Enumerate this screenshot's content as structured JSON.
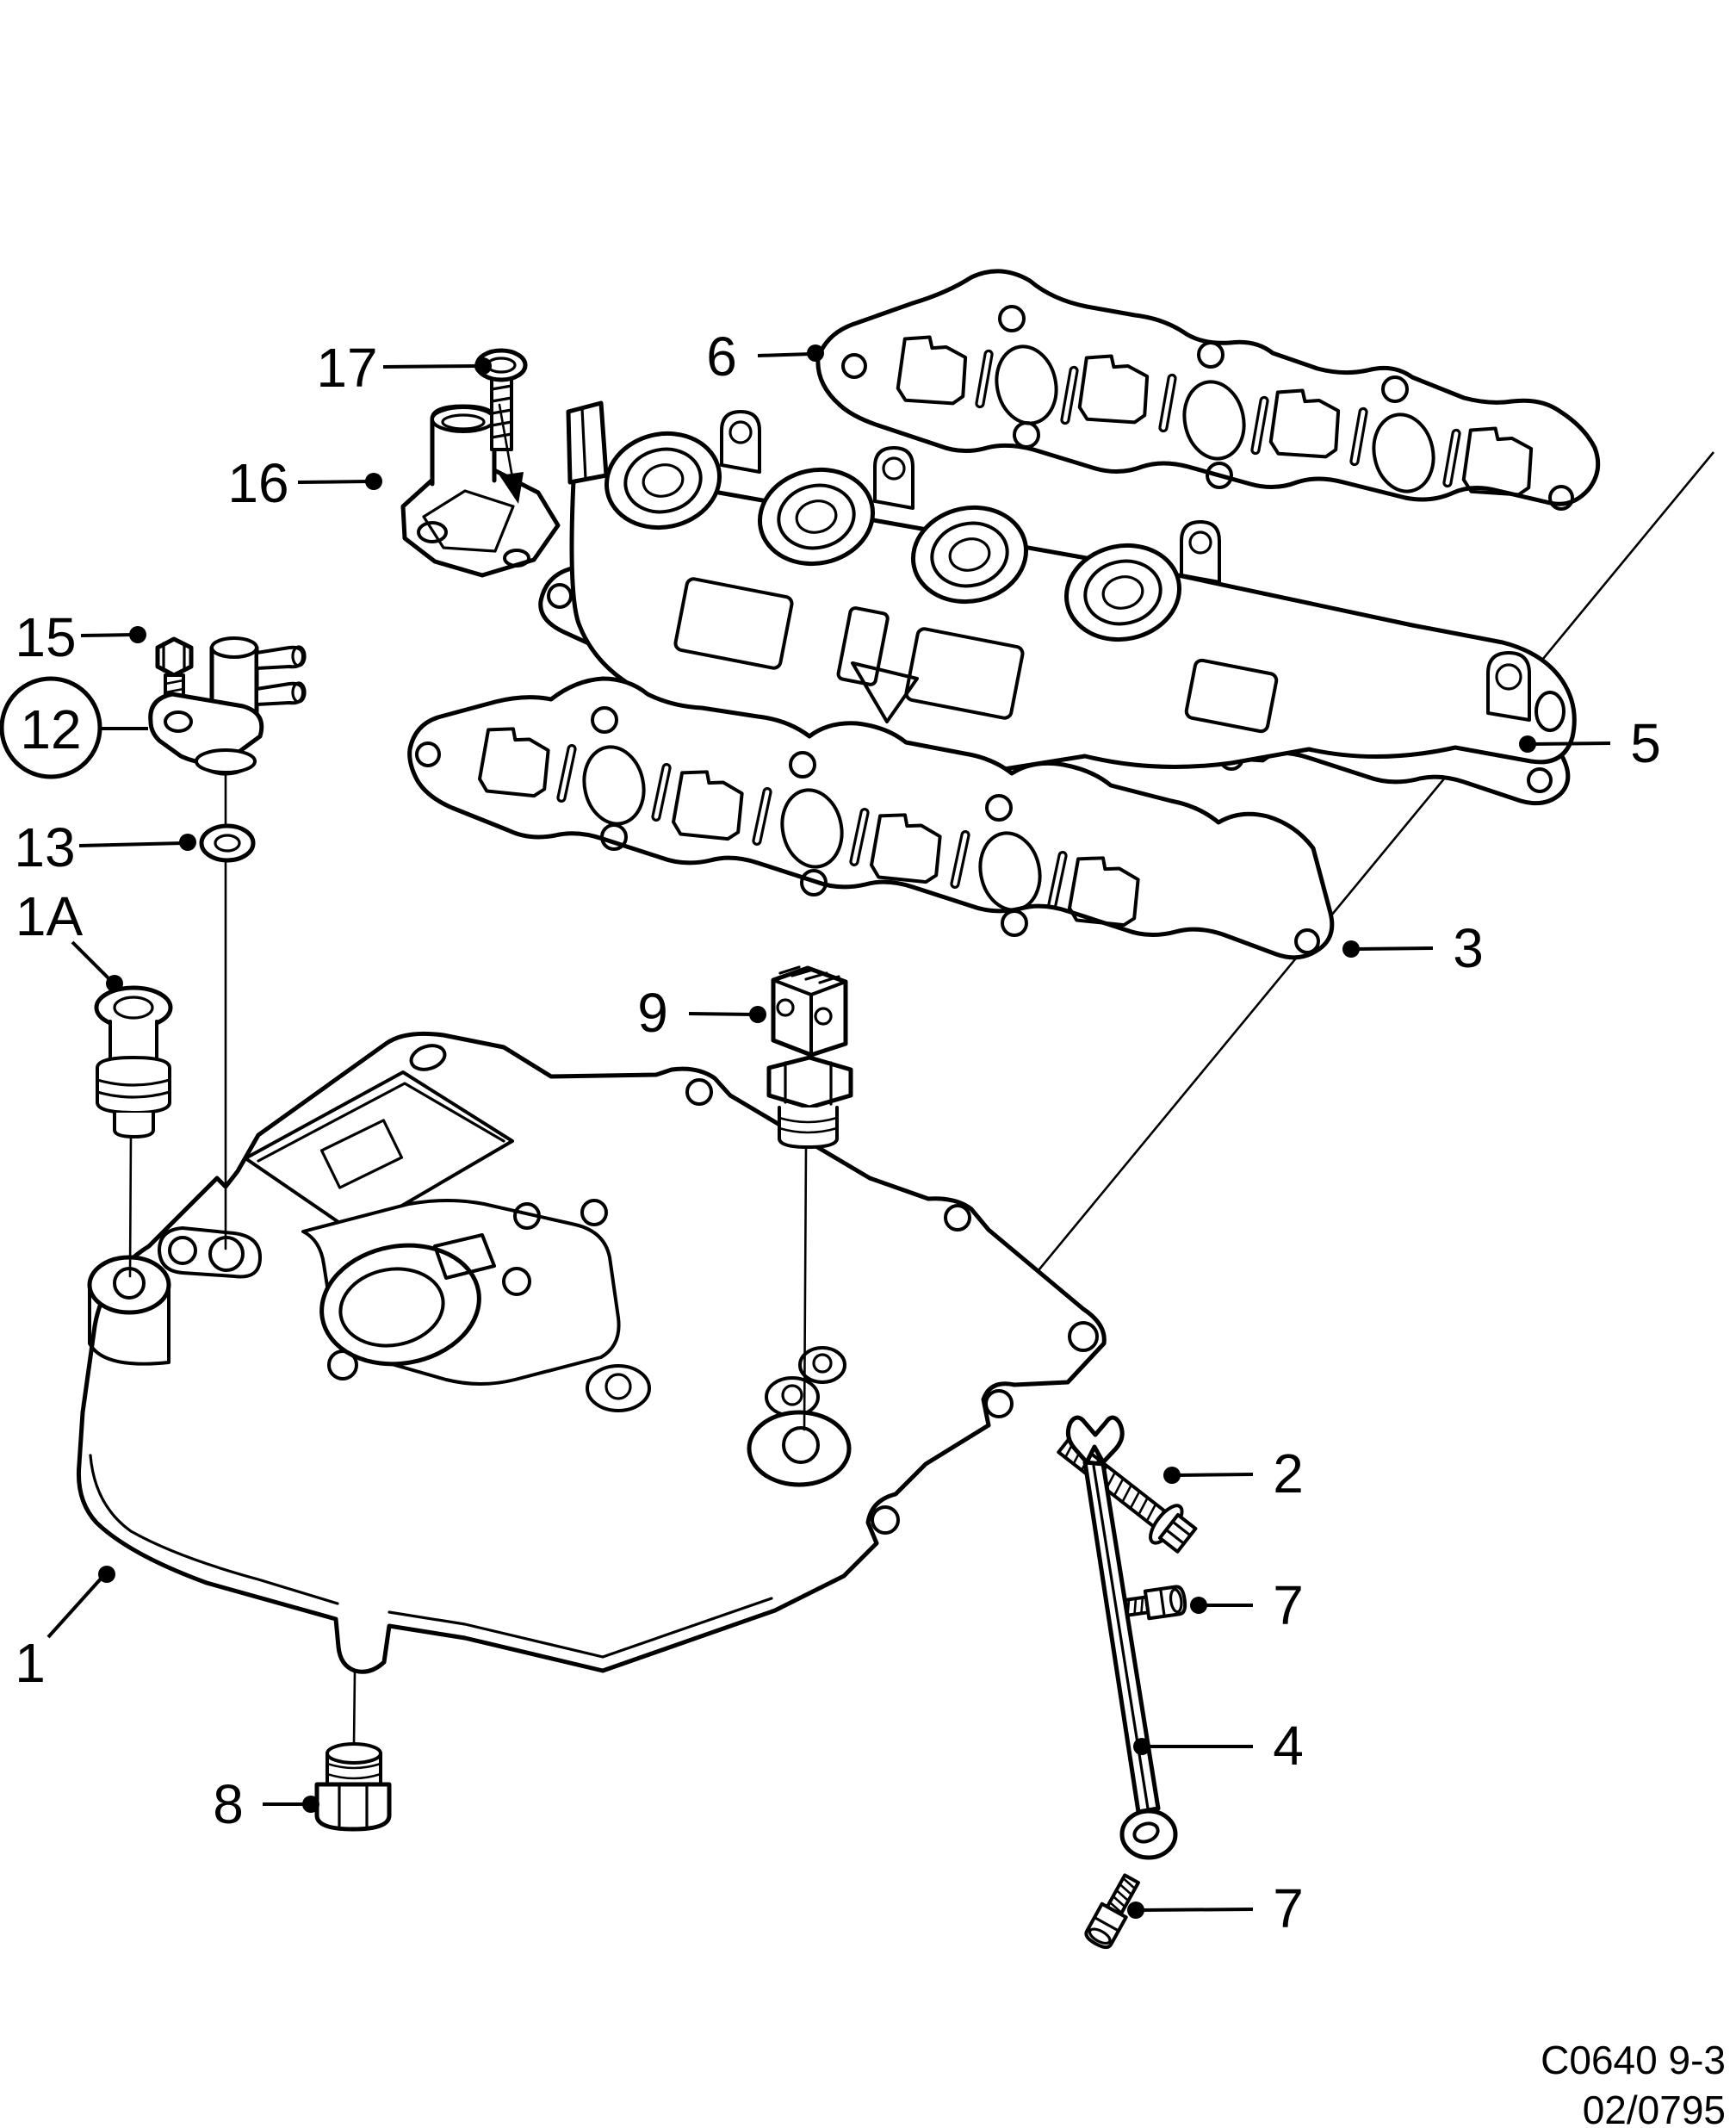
{
  "diagram": {
    "background": "#ffffff",
    "ink": "#000000",
    "callouts": [
      {
        "label": "17",
        "circled": false
      },
      {
        "label": "16",
        "circled": false
      },
      {
        "label": "15",
        "circled": false
      },
      {
        "label": "12",
        "circled": true
      },
      {
        "label": "13",
        "circled": false
      },
      {
        "label": "1A",
        "circled": false
      },
      {
        "label": "6",
        "circled": false
      },
      {
        "label": "9",
        "circled": false
      },
      {
        "label": "5",
        "circled": false
      },
      {
        "label": "3",
        "circled": false
      },
      {
        "label": "2",
        "circled": false
      },
      {
        "label": "7",
        "circled": false
      },
      {
        "label": "4",
        "circled": false
      },
      {
        "label": "7",
        "circled": false
      },
      {
        "label": "8",
        "circled": false
      },
      {
        "label": "1",
        "circled": false
      }
    ],
    "footer": {
      "code": "C0640 9-3",
      "date": "02/0795"
    }
  }
}
